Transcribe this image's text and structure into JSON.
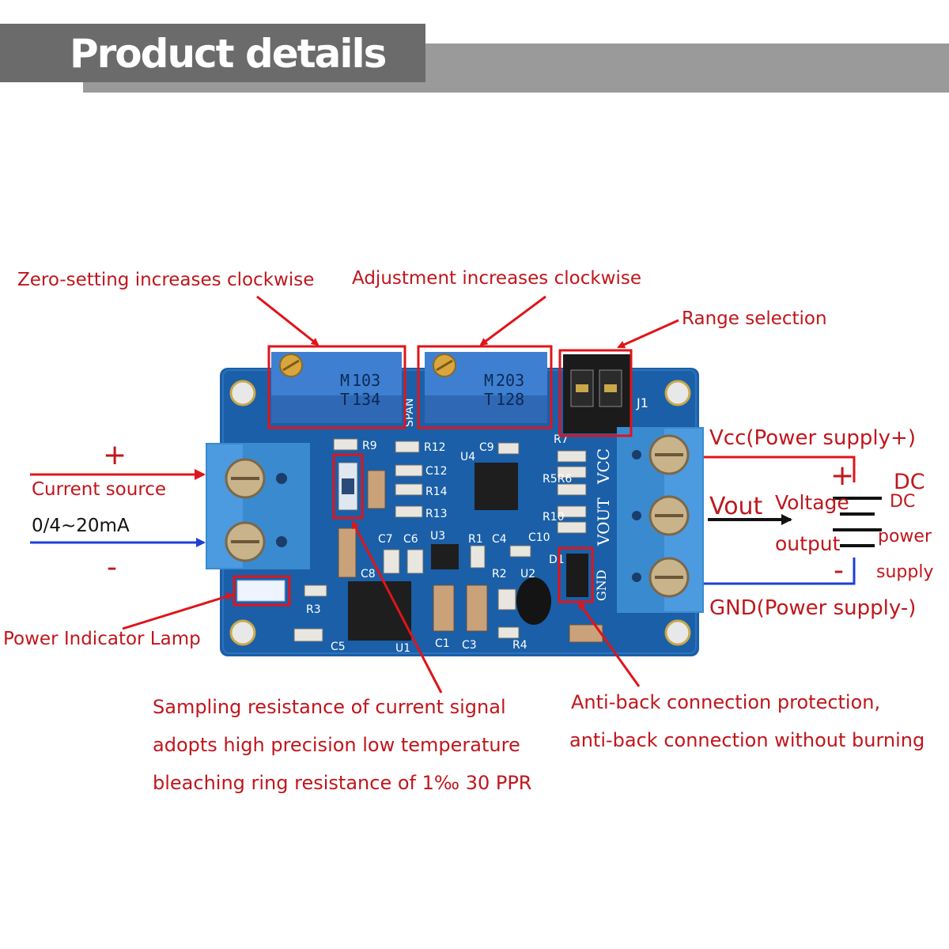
{
  "header": {
    "title": "Product details"
  },
  "annotations": {
    "zero_setting": "Zero-setting increases clockwise",
    "adjustment": "Adjustment increases clockwise",
    "range_selection": "Range selection",
    "current_source": "Current source",
    "current_range": "0/4~20mA",
    "input_plus": "+",
    "input_minus": "-",
    "power_lamp": "Power Indicator Lamp",
    "vcc": "Vcc(Power supply+)",
    "gnd": "GND(Power supply-)",
    "vout": "Vout",
    "voltage_output_line1": "Voltage",
    "voltage_output_line2": "output",
    "dc_big": "DC",
    "dc_small": "DC",
    "power": "power",
    "supply": "supply",
    "dc_plus": "+",
    "dc_minus": "-",
    "sampling_line1": "Sampling resistance of current signal",
    "sampling_line2": "adopts high precision low temperature",
    "sampling_line3": "bleaching ring resistance of 1‰ 30 PPR",
    "antiback_line1": "Anti-back connection protection,",
    "antiback_line2": "anti-back connection without burning"
  },
  "board": {
    "pot1_code": "103",
    "pot1_sub": "134",
    "pot2_code": "203",
    "pot2_sub": "128",
    "pot_mark": "M",
    "pot_t": "T",
    "span": "SPAN",
    "j1": "J1",
    "vcc_pin": "VCC",
    "vout_pin": "VOUT",
    "gnd_pin": "GND",
    "parts": [
      "R9",
      "R12",
      "C9",
      "U4",
      "R7",
      "C12",
      "R14",
      "R5R6",
      "R13",
      "R10",
      "U3",
      "R1",
      "C4",
      "C10",
      "C7",
      "C6",
      "D1",
      "R2",
      "U2",
      "C8",
      "R3",
      "C5",
      "U1",
      "C1",
      "C3",
      "R4"
    ]
  },
  "colors": {
    "annotation_red": "#c0161c",
    "board_blue": "#1a5fa8",
    "terminal_blue": "#3a8ad0",
    "input_blue": "#1d3fd6"
  }
}
